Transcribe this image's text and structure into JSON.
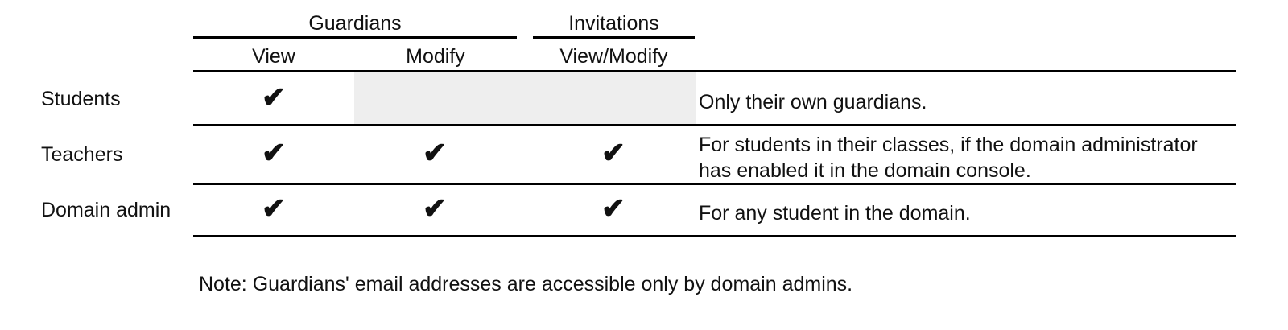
{
  "table": {
    "column_groups": [
      {
        "id": "guardians",
        "label": "Guardians"
      },
      {
        "id": "invitations",
        "label": "Invitations"
      }
    ],
    "columns": [
      {
        "id": "view",
        "label": "View"
      },
      {
        "id": "modify",
        "label": "Modify"
      },
      {
        "id": "view_modify",
        "label": "View/Modify"
      }
    ],
    "check_glyph": "✔",
    "shade_color": "#eeeeee",
    "rule_color": "#000000",
    "rows": [
      {
        "id": "students",
        "label": "Students",
        "guardians_view": true,
        "guardians_modify": false,
        "invitations_view_modify": false,
        "shaded_from": "modify",
        "description": "Only their own guardians."
      },
      {
        "id": "teachers",
        "label": "Teachers",
        "guardians_view": true,
        "guardians_modify": true,
        "invitations_view_modify": true,
        "shaded_from": null,
        "description": "For students in their classes, if the domain administrator\nhas enabled it in the domain console."
      },
      {
        "id": "domain_admin",
        "label": "Domain admin",
        "guardians_view": true,
        "guardians_modify": true,
        "invitations_view_modify": true,
        "shaded_from": null,
        "description": "For any student in the domain."
      }
    ]
  },
  "footnote": "Note: Guardians' email addresses are accessible only by domain admins."
}
